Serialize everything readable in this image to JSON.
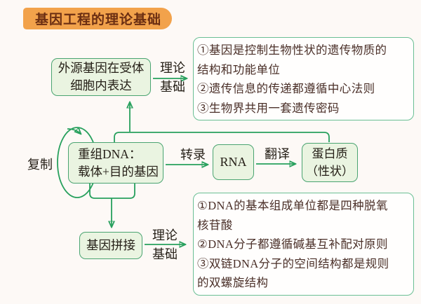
{
  "title": "基因工程的理论基础",
  "diagram": {
    "nodes": {
      "foreign_gene": {
        "line1": "外源基因在受体",
        "line2": "细胞内表达"
      },
      "recombinant_dna": {
        "line1": "重组DNA：",
        "line2": "载体+目的基因"
      },
      "rna": {
        "label": "RNA"
      },
      "protein": {
        "line1": "蛋白质",
        "line2": "（性状）"
      },
      "gene_splicing": {
        "label": "基因拼接"
      }
    },
    "edge_labels": {
      "theory_basis_top": {
        "line1": "理论",
        "line2": "基础"
      },
      "theory_basis_bottom": {
        "line1": "理论",
        "line2": "基础"
      },
      "transcription": "转录",
      "translation": "翻译",
      "replication": "复制"
    },
    "info_boxes": {
      "top": {
        "lines": [
          "①基因是控制生物性状的遗传物质的",
          "结构和功能单位",
          "②遗传信息的传递都遵循中心法则",
          "③生物界共用一套遗传密码"
        ]
      },
      "bottom": {
        "lines": [
          "①DNA的基本组成单位都是四种脱氧",
          "核苷酸",
          "②DNA分子都遵循碱基互补配对原则",
          "③双链DNA分子的空间结构都是规则",
          "的双螺旋结构"
        ]
      }
    }
  },
  "colors": {
    "title_bg": "#f2a24b",
    "title_text": "#6b2e12",
    "node_border": "#4aa471",
    "node_fill": "#eaf4e1",
    "info_border": "#6abf94",
    "arrow_green": "#27a05d",
    "info_text": "#4a2f28",
    "page_bg": "#fdf9f6"
  }
}
